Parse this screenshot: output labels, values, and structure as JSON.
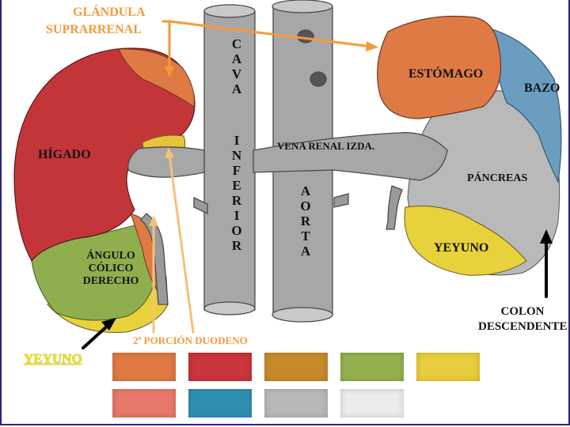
{
  "labels": {
    "glandula": "GLÁNDULA",
    "suprarrenal": "SUPRARRENAL",
    "higado": "HÍGADO",
    "estomago": "ESTÓMAGO",
    "bazo": "BAZO",
    "vena_renal": "VENA  RENAL  IZDA.",
    "pancreas": "PÁNCREAS",
    "yeyuno_right": "YEYUNO",
    "angulo": "ÁNGULO",
    "colico": "CÓLICO",
    "derecho": "DERECHO",
    "colon": "COLON",
    "descendente": "DESCENDENTE",
    "duodeno": "2ª PORCIÓN DUODENO",
    "yeyuno_left": "YEYUNO"
  },
  "vertical_labels": {
    "cava": [
      "C",
      "A",
      "V",
      "A"
    ],
    "inferior": [
      "I",
      "N",
      "F",
      "E",
      "R",
      "I",
      "O",
      "R"
    ],
    "aorta": [
      "A",
      "O",
      "R",
      "T",
      "A"
    ]
  },
  "swatches": {
    "row1": [
      "#e07a45",
      "#c8353a",
      "#c68a2a",
      "#94b04e",
      "#e8cd3c"
    ],
    "row2": [
      "#e8786a",
      "#2f8fb0",
      "#b8b8b8",
      "#ececec"
    ]
  },
  "colors": {
    "liver": "#c4353a",
    "adrenal_yellow": "#e6c33a",
    "stomach": "#e07a45",
    "spleen": "#6a9dc0",
    "pancreas": "#b4b4b4",
    "jejunum": "#e8d23c",
    "colic_angle": "#8fae4e",
    "vessels": "#a7a7a7",
    "label_orange": "#f59a3a",
    "frame": "#2a1f8a"
  }
}
